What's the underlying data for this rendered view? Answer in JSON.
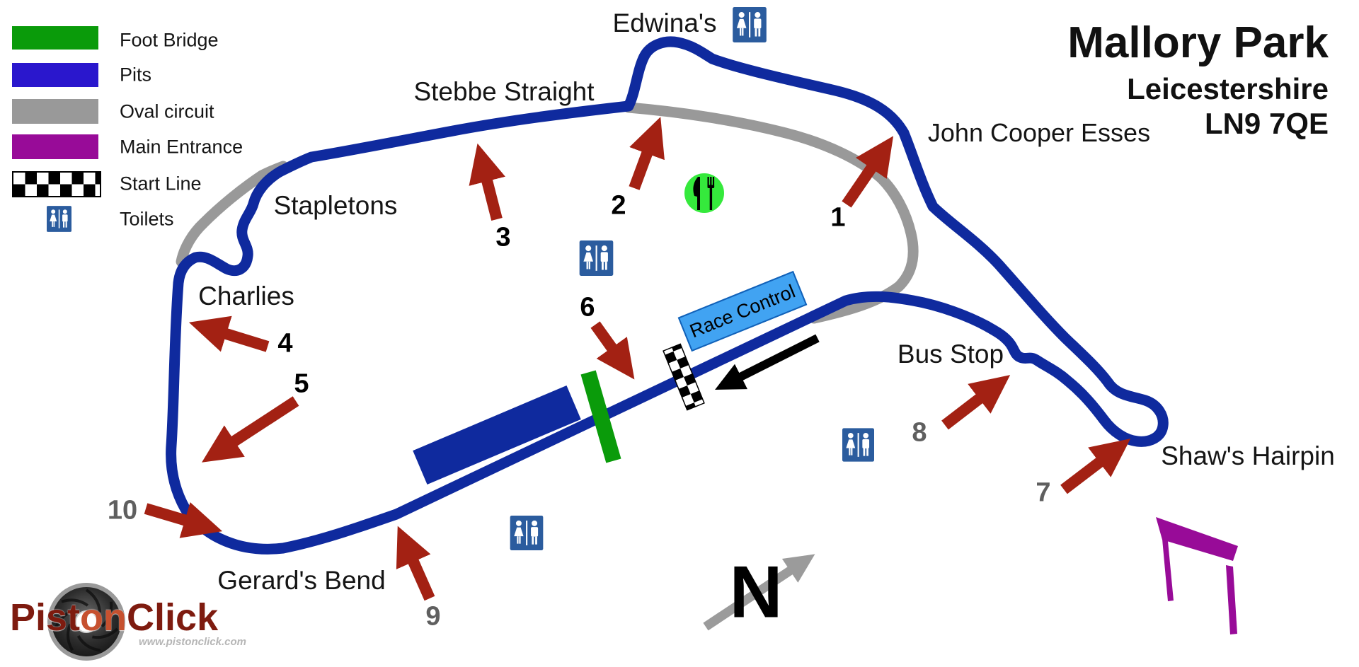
{
  "title": {
    "name": "Mallory Park",
    "region": "Leicestershire",
    "postcode": "LN9 7QE"
  },
  "legend": {
    "items": [
      {
        "label": "Foot Bridge",
        "color": "#0a9b0a"
      },
      {
        "label": "Pits",
        "color": "#2a17cd"
      },
      {
        "label": "Oval circuit",
        "color": "#999999"
      },
      {
        "label": "Main Entrance",
        "color": "#980b98"
      },
      {
        "label": "Start Line",
        "style": "black-white-checkered"
      },
      {
        "label": "Toilets",
        "icon": "toilets-icon",
        "color": "#2b5c9e"
      }
    ]
  },
  "track": {
    "labels": {
      "edwinas": "Edwina's",
      "stebbe_straight": "Stebbe Straight",
      "stapletons": "Stapletons",
      "charlies": "Charlies",
      "gerards_bend": "Gerard's Bend",
      "john_cooper_esses": "John Cooper Esses",
      "bus_stop": "Bus Stop",
      "shaws_hairpin": "Shaw's Hairpin"
    },
    "race_control_label": "Race Control",
    "numbered_markers": [
      "1",
      "2",
      "3",
      "4",
      "5",
      "6",
      "7",
      "8",
      "9",
      "10"
    ],
    "marker_number_colors": {
      "markers_1_to_6": "#000000",
      "markers_7_to_10": "#5f5f5f"
    },
    "colors": {
      "circuit": "#0f2a9e",
      "oval_circuit": "#999999",
      "viewpoint_arrow": "#a32113",
      "direction_arrow": "#000000",
      "race_control_bg": "#41a3f2",
      "foot_bridge": "#0a9b0a",
      "main_entrance": "#980b98",
      "toilets_sign_bg": "#2b5c9e",
      "food_icon_bg": "#35e93c"
    }
  },
  "compass": {
    "north_label": "N"
  },
  "logo": {
    "part1": "Pist",
    "part2": "on",
    "part3": "Click",
    "website": "www.pistonclick.com"
  }
}
